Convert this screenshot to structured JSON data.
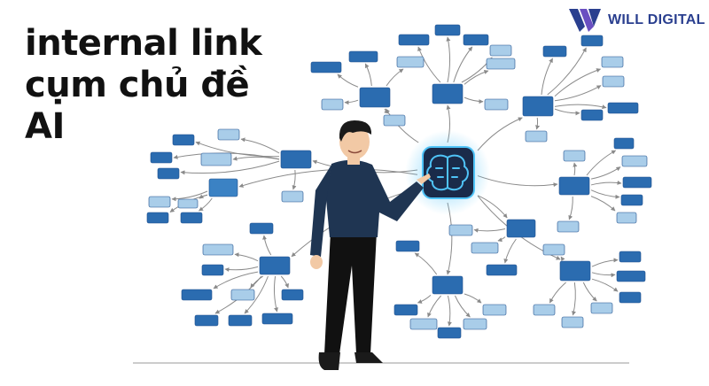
{
  "headline": {
    "line1": "internal link",
    "line2": "cụm chủ đề",
    "line3": "AI"
  },
  "brand": {
    "name": "WILL DIGITAL",
    "logo_icon": "will-digital-logo-icon"
  },
  "illustration": {
    "hub_icon": "brain-circuit-icon",
    "presenter": "man-pointing-illustration"
  },
  "colors": {
    "dark_node": "#2b6cb0",
    "mid_node": "#3b82c4",
    "light_node": "#a9cde9",
    "hub": "#1a2b4a",
    "hub_glow": "#4fc3f7",
    "edge": "#8a8a8a",
    "brand": "#2a3f8f",
    "shirt": "#1f3552",
    "trousers": "#111111"
  }
}
